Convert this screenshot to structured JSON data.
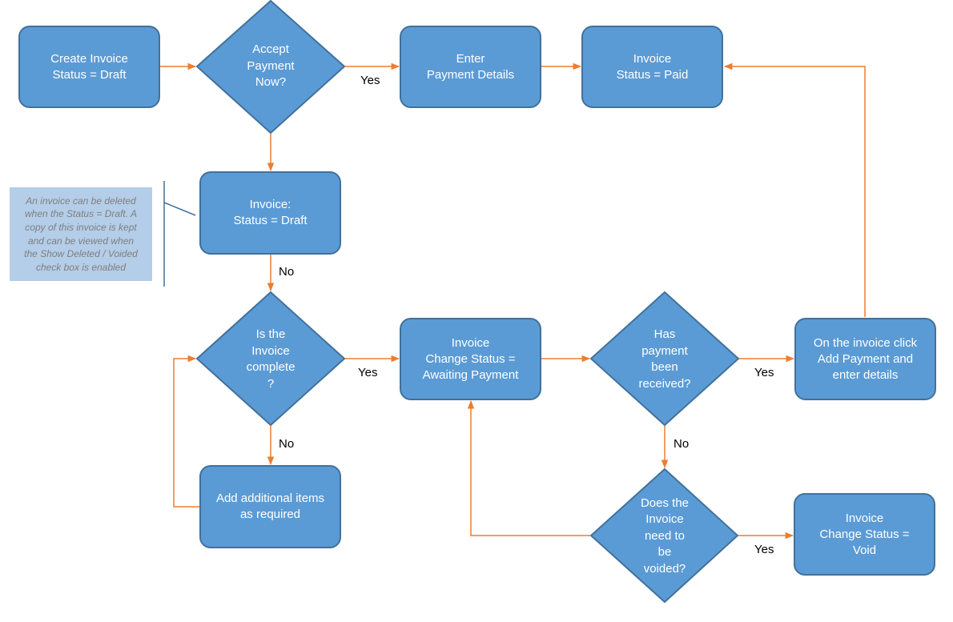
{
  "colors": {
    "node_fill": "#5b9bd5",
    "node_border": "#41719c",
    "node_text": "#ffffff",
    "connector": "#ed7d31",
    "note_fill": "#b4cde8",
    "note_text": "#7f7f7f",
    "bracket": "#41719c"
  },
  "nodes": {
    "create_invoice": "Create Invoice\nStatus = Draft",
    "accept_payment": "Accept\nPayment\nNow?",
    "enter_payment": "Enter\nPayment Details",
    "invoice_paid": "Invoice\nStatus = Paid",
    "invoice_draft": "Invoice:\nStatus = Draft",
    "is_complete": "Is the\nInvoice\ncomplete\n?",
    "awaiting_payment": "Invoice\nChange Status =\nAwaiting Payment",
    "payment_received": "Has\npayment\nbeen\nreceived?",
    "add_payment": "On the invoice click\nAdd Payment and\nenter details",
    "add_items": "Add additional items\nas required",
    "need_void": "Does the\nInvoice\nneed to\nbe\nvoided?",
    "invoice_void": "Invoice\nChange Status =\nVoid"
  },
  "edge_labels": {
    "accept_yes": "Yes",
    "draft_no": "No",
    "complete_yes": "Yes",
    "complete_no": "No",
    "received_yes": "Yes",
    "received_no": "No",
    "void_yes": "Yes"
  },
  "note": {
    "text": "An invoice can be deleted\nwhen the Status = Draft. A\ncopy of this invoice is kept\nand can be viewed when\nthe Show Deleted / Voided\ncheck box is enabled"
  }
}
